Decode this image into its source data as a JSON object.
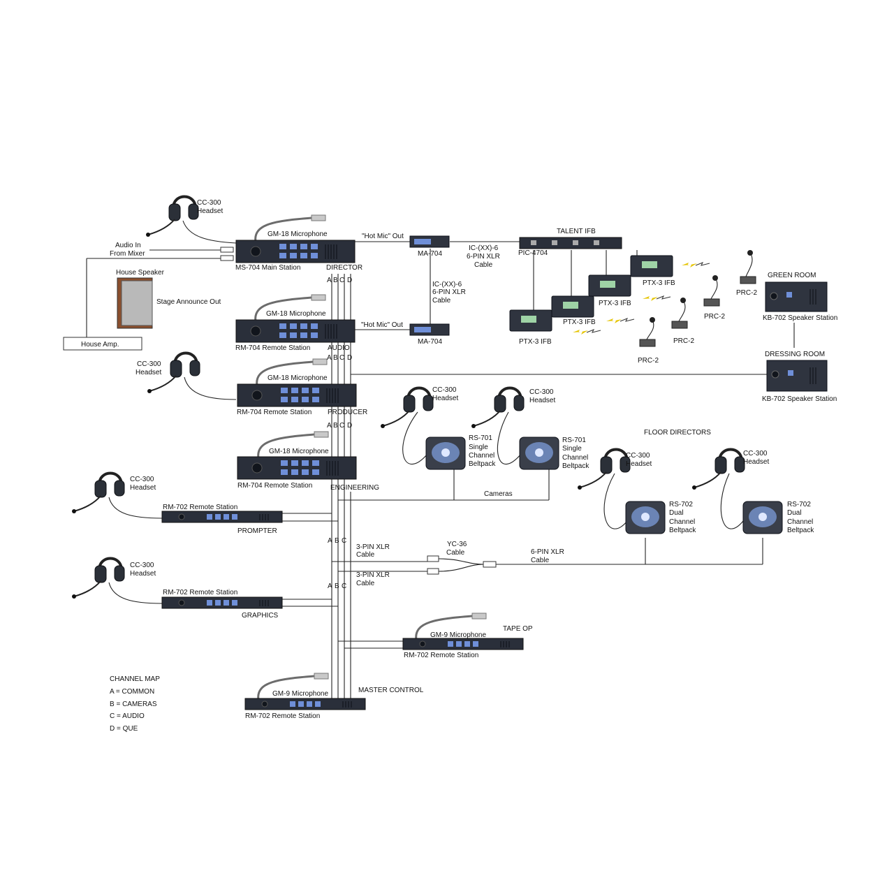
{
  "labels": {
    "cc300": "CC-300",
    "headset": "Headset",
    "gm18": "GM-18 Microphone",
    "gm9": "GM-9 Microphone",
    "audio_in_1": "Audio In",
    "audio_in_2": "From Mixer",
    "ms704": "MS-704 Main Station",
    "rm704": "RM-704 Remote Station",
    "rm702": "RM-702 Remote Station",
    "director": "DIRECTOR",
    "audio": "AUDIO",
    "producer": "PRODUCER",
    "engineering": "ENGINEERING",
    "prompter": "PROMPTER",
    "graphics": "GRAPHICS",
    "tape_op": "TAPE OP",
    "master_control": "MASTER CONTROL",
    "house_speaker": "House Speaker",
    "stage_announce": "Stage Announce Out",
    "house_amp": "House Amp.",
    "hot_mic": "\"Hot Mic\" Out",
    "ma704": "MA-704",
    "ic_1": "IC-(XX)-6",
    "ic_2": "6-PIN XLR",
    "ic_3": "Cable",
    "talent_ifb": "TALENT IFB",
    "pic4704": "PIC-4704",
    "ptx3": "PTX-3 IFB",
    "prc2": "PRC-2",
    "green_room": "GREEN ROOM",
    "dressing_room": "DRESSING ROOM",
    "kb702": "KB-702 Speaker Station",
    "floor_directors": "FLOOR DIRECTORS",
    "rs701_1": "RS-701",
    "rs701_2": "Single",
    "rs701_3": "Channel",
    "rs701_4": "Beltpack",
    "rs702_1": "RS-702",
    "rs702_2": "Dual",
    "rs702_3": "Channel",
    "rs702_4": "Beltpack",
    "cameras": "Cameras",
    "xlr3_1": "3-PIN XLR",
    "xlr3_2": "Cable",
    "yc36_1": "YC-36",
    "yc36_2": "Cable",
    "xlr6_1": "6-PIN XLR",
    "xlr6_2": "Cable",
    "ch_a": "A",
    "ch_b": "B",
    "ch_c": "C",
    "ch_d": "D"
  },
  "channel_map": {
    "title": "CHANNEL MAP",
    "a": "A = COMMON",
    "b": "B = CAMERAS",
    "c": "C = AUDIO",
    "d": "D = QUE"
  }
}
